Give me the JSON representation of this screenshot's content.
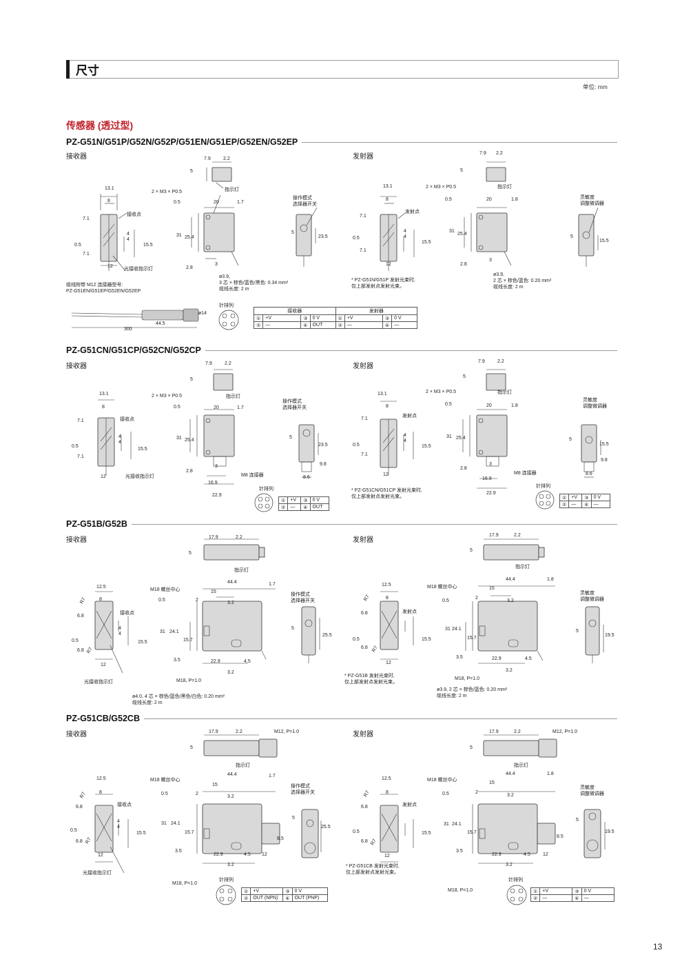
{
  "header": {
    "title": "尺寸",
    "unit": "单位: mm"
  },
  "section_title": "传感器 (透过型)",
  "pageno": "13",
  "labels": {
    "receiver": "接收器",
    "emitter": "发射器",
    "recv_point": "接收点",
    "emit_point": "发射点",
    "recv_led": "光接收指示灯",
    "indicator": "指示灯",
    "mode_switch_1": "操作模式",
    "mode_switch_2": "选择器开关",
    "sens_1": "灵敏度",
    "sens_2": "调整微调器",
    "m3": "2 × M3 × P0.5",
    "m18_center": "M18 螺丝中心",
    "m8": "M8 连接器",
    "pin_title": "针排列",
    "m18p": "M18, P=1.0",
    "m12p": "M12, P=1.0"
  },
  "dims": {
    "d79": "7.9",
    "d22": "2.2",
    "d5": "5",
    "d131": "13.1",
    "d8": "8",
    "d71": "7.1",
    "d4": "4",
    "d05": "0.5",
    "d155": "15.5",
    "d12": "12",
    "d20": "20",
    "d17": "1.7",
    "d18": "1.8",
    "d31": "31",
    "d254": "25.4",
    "d28": "2.8",
    "d3": "3",
    "d235": "23.5",
    "d169": "16.9",
    "d229": "22.9",
    "d86": "8.6",
    "d98": "9.8",
    "d179": "17.9",
    "d125": "12.5",
    "d68": "6.8",
    "d444": "44.4",
    "d15": "15",
    "d2": "2",
    "d32": "3.2",
    "d241": "24.1",
    "d157": "15.7",
    "d35": "3.5",
    "d45": "4.5",
    "d255": "25.5",
    "d195": "19.5",
    "d85": "8.5",
    "r7": "R7",
    "d14": "ø14",
    "d300": "300",
    "d445": "44.5"
  },
  "models": [
    {
      "title": "PZ-G51N/G51P/G52N/G52P/G51EN/G51EP/G52EN/G52EP",
      "cable_recv": [
        "ø3.9,",
        "3 芯 × 棕色/蓝色/黑色: 0.34 mm²",
        "缆线长度: 2 m"
      ],
      "cable_emit": [
        "ø3.9,",
        "2 芯 × 棕色/蓝色: 0.20 mm²",
        "缆线长度: 2 m"
      ],
      "note_emit": [
        "* PZ-G51N/G51P 发射光束时,",
        "仅上部发射点发射光束。"
      ],
      "m12_note": [
        "缆线附带 M12 连接器型号:",
        "PZ-G51EN/G51EP/G52EN/G52EP"
      ],
      "pin_table": {
        "headers": [
          "接收器",
          "发射器"
        ],
        "rows": [
          [
            "①",
            "+V",
            "③",
            "0 V",
            "①",
            "+V",
            "③",
            "0 V"
          ],
          [
            "②",
            "—",
            "④",
            "OUT",
            "②",
            "—",
            "④",
            "—"
          ]
        ]
      }
    },
    {
      "title": "PZ-G51CN/G51CP/G52CN/G52CP",
      "note_emit": [
        "* PZ-G51CN/G51CP 发射光束时,",
        "仅上部发射点发射光束。"
      ],
      "pin_recv": [
        [
          "①",
          "+V",
          "③",
          "0 V"
        ],
        [
          "②",
          "—",
          "④",
          "OUT"
        ]
      ],
      "pin_emit": [
        [
          "①",
          "+V",
          "③",
          "0 V"
        ],
        [
          "②",
          "—",
          "④",
          "—"
        ]
      ]
    },
    {
      "title": "PZ-G51B/G52B",
      "cable_recv": [
        "ø4.0, 4 芯 × 棕色/蓝色/黑色/白色: 0.20 mm²",
        "缆线长度: 2 m"
      ],
      "cable_emit": [
        "ø3.9, 2 芯 × 棕色/蓝色: 0.20 mm²",
        "缆线长度: 2 m"
      ],
      "note_emit": [
        "* PZ-G51B 发射光束时,",
        "仅上部发射点发射光束。"
      ]
    },
    {
      "title": "PZ-G51CB/G52CB",
      "note_emit": [
        "* PZ-G51CB 发射光束时,",
        "仅上部发射点发射光束。"
      ],
      "pin_recv": [
        [
          "①",
          "+V",
          "③",
          "0 V"
        ],
        [
          "②",
          "OUT (NPN)",
          "④",
          "OUT (PNP)"
        ]
      ],
      "pin_emit": [
        [
          "①",
          "+V",
          "③",
          "0 V"
        ],
        [
          "②",
          "—",
          "④",
          "—"
        ]
      ]
    }
  ]
}
